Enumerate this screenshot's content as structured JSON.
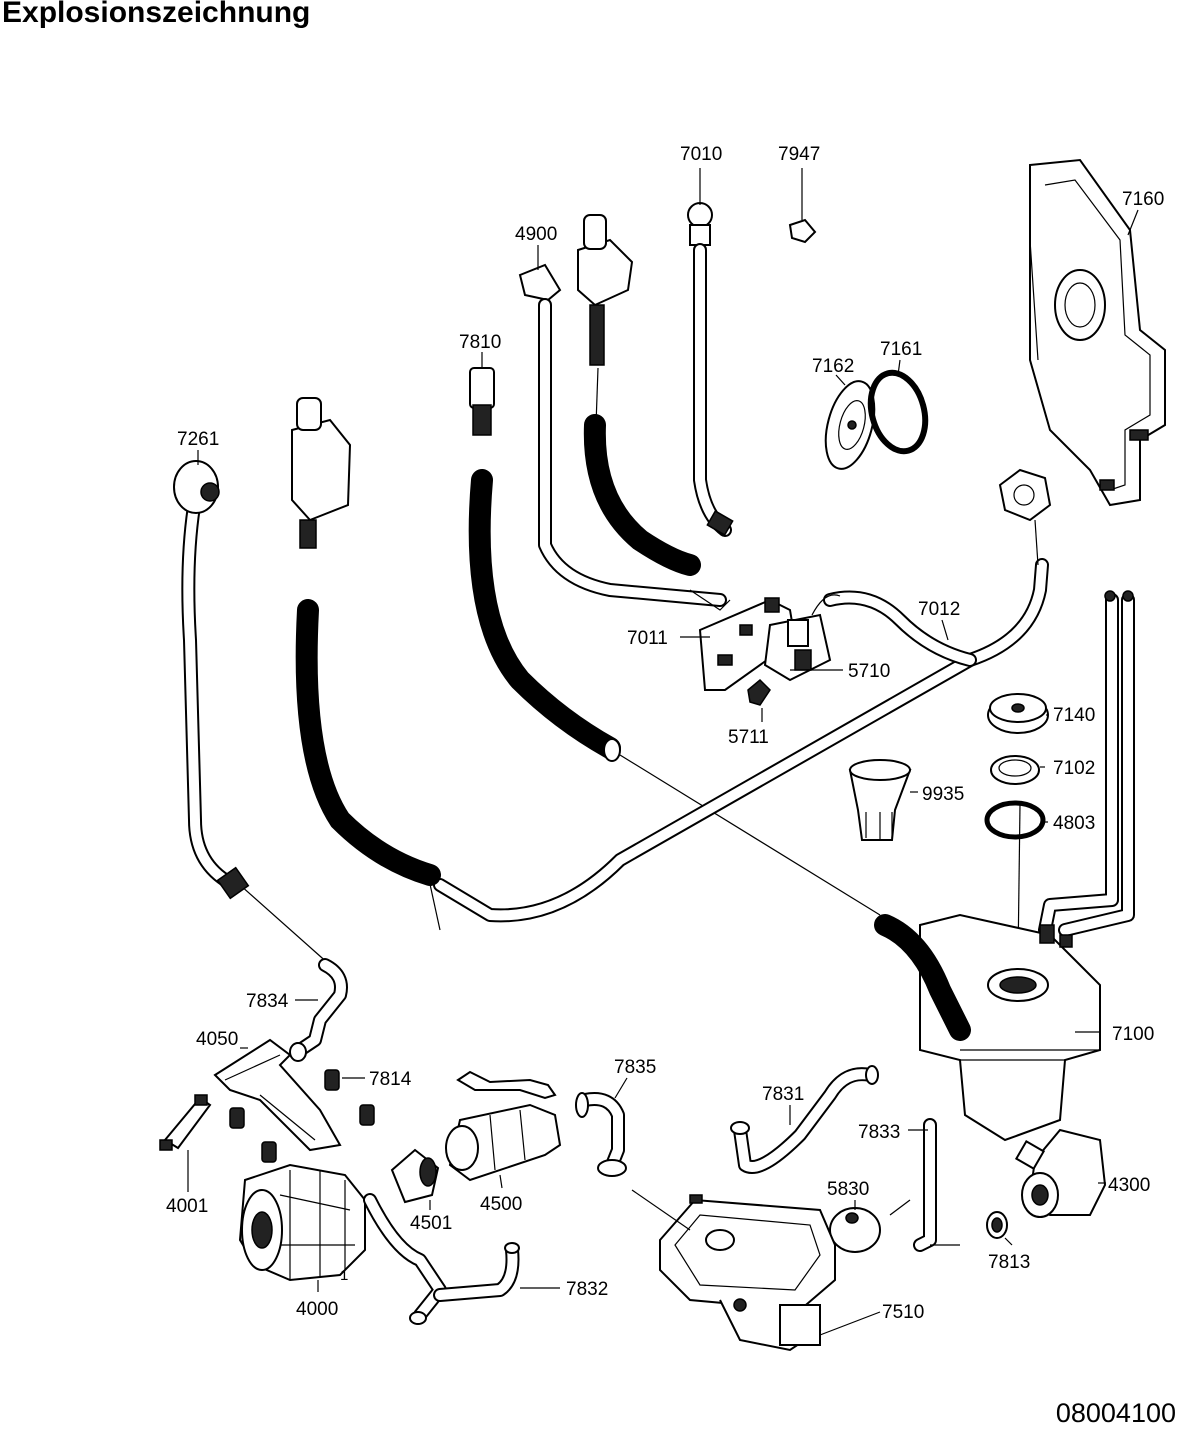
{
  "title": "Explosionszeichnung",
  "drawing_number": "08004100",
  "labels": {
    "p7010": "7010",
    "p7947": "7947",
    "p7160": "7160",
    "p4900": "4900",
    "p7810": "7810",
    "p7162": "7162",
    "p7161": "7161",
    "p7261": "7261",
    "p7012": "7012",
    "p7011": "7011",
    "p5710": "5710",
    "p5711": "5711",
    "p7140": "7140",
    "p7102": "7102",
    "p9935": "9935",
    "p4803": "4803",
    "p7100": "7100",
    "p7834": "7834",
    "p4050": "4050",
    "p7814": "7814",
    "p7835": "7835",
    "p7831": "7831",
    "p7833": "7833",
    "p4300": "4300",
    "p5830": "5830",
    "p4001": "4001",
    "p4501": "4501",
    "p4500": "4500",
    "p7813": "7813",
    "p7832": "7832",
    "p4000": "4000",
    "p7510": "7510",
    "p1": "1"
  }
}
